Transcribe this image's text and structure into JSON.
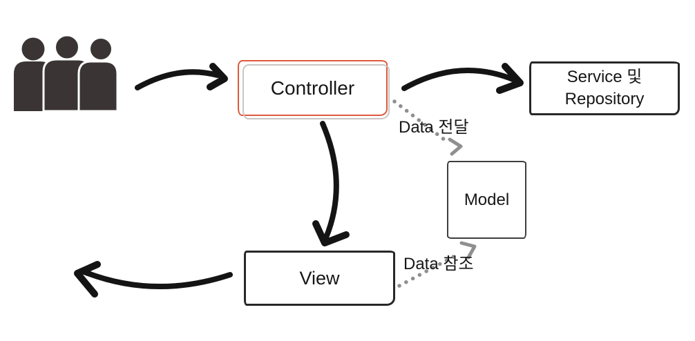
{
  "nodes": {
    "users": {
      "icon": "users-icon",
      "people_count": 3
    },
    "controller": {
      "label": "Controller"
    },
    "service": {
      "label": "Service 및 Repository",
      "lines": [
        "Service 및",
        "Repository"
      ]
    },
    "model": {
      "label": "Model"
    },
    "view": {
      "label": "View"
    }
  },
  "edges": {
    "users_to_controller": {
      "type": "solid-arrow"
    },
    "controller_to_service": {
      "type": "solid-arrow"
    },
    "controller_to_view": {
      "type": "solid-arrow"
    },
    "view_to_users": {
      "type": "solid-arrow"
    },
    "data_pass": {
      "type": "dotted-arrow",
      "from": "Controller",
      "to": "Model",
      "label": "Data 전달"
    },
    "data_ref": {
      "type": "dotted-arrow",
      "from": "View",
      "to": "Model",
      "label": "Data 참조"
    }
  },
  "colors": {
    "background": "#ffffff",
    "text": "#161616",
    "controller_border": "#e0583c",
    "controller_sketch": "#c9c5c2",
    "box_border": "#272727",
    "model_border": "#3d3d3d",
    "arrow": "#141414",
    "dotted": "#8f8f8f",
    "users_icon": "#3a3534"
  }
}
